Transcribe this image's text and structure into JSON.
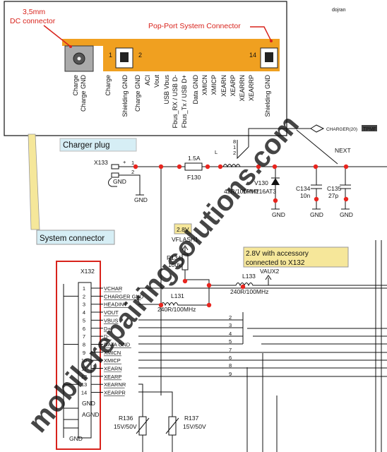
{
  "connector_box": {
    "dc_label_line1": "3,5mm",
    "dc_label_line2": "DC connector",
    "popport_label": "Pop-Port System Connector",
    "pin_first": "1",
    "pin_second": "2",
    "pin_last": "14",
    "pin_labels": [
      "Charge",
      "Charge GND",
      "Charge",
      "Shielding GND",
      "Charge GND",
      "ACI",
      "Vout",
      "USB Vbus",
      "Fbus_RX / USB D-",
      "Fbus_Tx / USB D+",
      "Data GND",
      "XMICN",
      "XMICP",
      "XEARN",
      "XEARP",
      "XEARRN",
      "XEARRP",
      "Shielding GND"
    ]
  },
  "top_right_tag": "dojran",
  "watermark": "mobilerepairingsolutions.com",
  "charger_plug_label": "Charger plug",
  "system_connector_label": "System connector",
  "charger_circuit": {
    "x133": "X133",
    "plus": "+",
    "pin1": "1",
    "pin2": "2",
    "gnd_a": "GND",
    "gnd_b": "GND",
    "fuse_val": "1.5A",
    "fuse_ref": "F130",
    "l_label": "L",
    "ind_val": "42R/100MHz",
    "diode_ref": "V130",
    "diode_val": "1PMT16AT3",
    "c134_ref": "C134",
    "c134_val": "10n",
    "c135_ref": "C135",
    "c135_val": "27p",
    "gnd_c": "GND",
    "gnd_d": "GND",
    "gnd_e": "GND",
    "charger_net": "CHARGER(20)",
    "next": "NEXT",
    "chip_tag": "TPMF",
    "n_a": "8",
    "n_b": "1",
    "n_c": "2"
  },
  "vflash": {
    "tag": "2.8V",
    "net": "VFLASH1",
    "r_ref": "R134",
    "r_val": "100k"
  },
  "vaux": {
    "tag_line1": "2.8V with accessory",
    "tag_line2": "connected to X132",
    "net": "VAUX2",
    "l_ref": "L133",
    "l_val": "240R/100MHz"
  },
  "l131": {
    "ref": "L131",
    "val": "240R/100MHz"
  },
  "x132": {
    "ref": "X132",
    "pins": [
      "1",
      "2",
      "3",
      "4",
      "5",
      "6",
      "7",
      "8",
      "9",
      "10",
      "11",
      "12",
      "13",
      "14"
    ],
    "nets": [
      "VCHAR",
      "CHARGER GND",
      "HEADINT",
      "VOUT",
      "VBUS",
      "D+",
      "D-",
      "DATA GND",
      "XMICN",
      "XMICP",
      "XEARN",
      "XEARP",
      "XEARNR",
      "XEARPR"
    ],
    "gnd1": "GND",
    "agnd": "AGND",
    "gnd2": "GND"
  },
  "bus_numbers": [
    "2",
    "3",
    "4",
    "5",
    "7",
    "6",
    "8",
    "9"
  ],
  "r136": {
    "ref": "R136",
    "val": "15V/50V"
  },
  "r137": {
    "ref": "R137",
    "val": "15V/50V"
  },
  "colors": {
    "red": "#d8231c",
    "orange": "#f0a020",
    "tag_yellow": "#f6e79a",
    "label_cyan": "#d6eef5"
  }
}
